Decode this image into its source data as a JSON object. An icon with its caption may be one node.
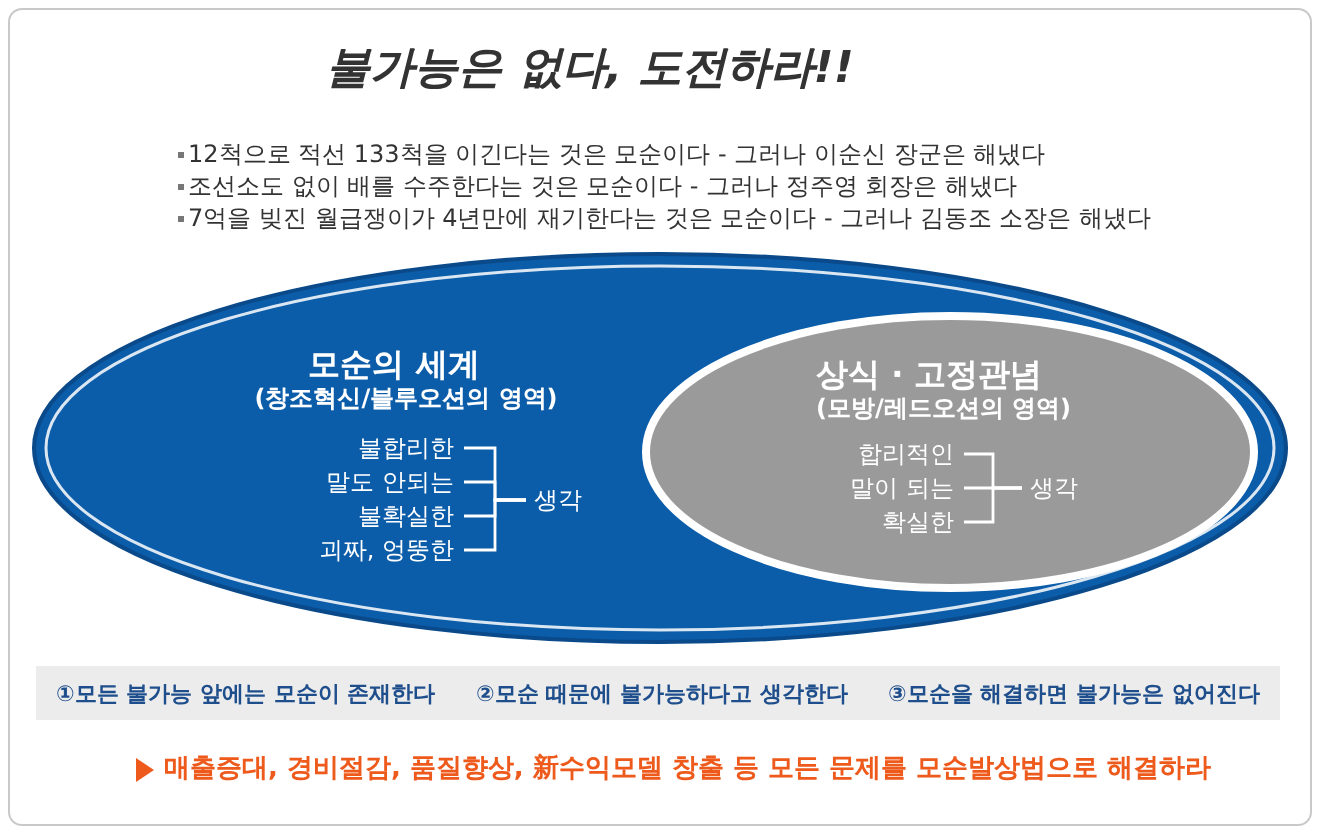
{
  "diagram": {
    "title": "불가능은 없다, 도전하라!!",
    "nodes": [
      {
        "text": [
          "모순의 세계",
          "(창조혁신/블루오션의 영역)"
        ]
      },
      {
        "text": [
          "불합리한"
        ],
        "in": 0
      },
      {
        "text": [
          "말도 안되는"
        ],
        "in": 0
      },
      {
        "text": [
          "불확실한"
        ],
        "in": 0
      },
      {
        "text": [
          "괴짜, 엉뚱한"
        ],
        "in": 0
      },
      {
        "text": [
          "생각"
        ],
        "in": 0
      },
      {
        "text": [
          "상식 · 고정관념",
          "(모방/레드오션의 영역)"
        ],
        "in": 0
      },
      {
        "text": [
          "합리적인"
        ],
        "in": 6
      },
      {
        "text": [
          "말이 되는"
        ],
        "in": 6
      },
      {
        "text": [
          "확실한"
        ],
        "in": 6
      },
      {
        "text": [
          "생각"
        ],
        "in": 6
      },
      {
        "text": [
          "①모든 불가능 앞에는 모순이 존재한다",
          "②모순 때문에 불가능하다고 생각한다",
          "③모순을 해결하면 불가능은 없어진다"
        ]
      }
    ],
    "edges": [
      {
        "from": 1,
        "to": 5,
        "arrow": "none"
      },
      {
        "from": 2,
        "to": 5,
        "arrow": "none"
      },
      {
        "from": 3,
        "to": 5,
        "arrow": "none"
      },
      {
        "from": 4,
        "to": 5,
        "arrow": "none"
      },
      {
        "from": 7,
        "to": 10,
        "arrow": "none"
      },
      {
        "from": 8,
        "to": 10,
        "arrow": "none"
      },
      {
        "from": 9,
        "to": 10,
        "arrow": "none"
      }
    ],
    "labels": [
      "12척으로 적선 133척을 이긴다는 것은 모순이다 - 그러나 이순신 장군은 해냈다",
      "조선소도 없이 배를 수주한다는 것은 모순이다 - 그러나 정주영 회장은 해냈다",
      "7억을 빚진 월급쟁이가 4년만에 재기한다는 것은 모순이다 - 그러나 김동조 소장은 해냈다",
      "매출증대, 경비절감, 품질향상, 新수익모델 창출 등 모든 문제를 모순발상법으로 해결하라"
    ]
  }
}
